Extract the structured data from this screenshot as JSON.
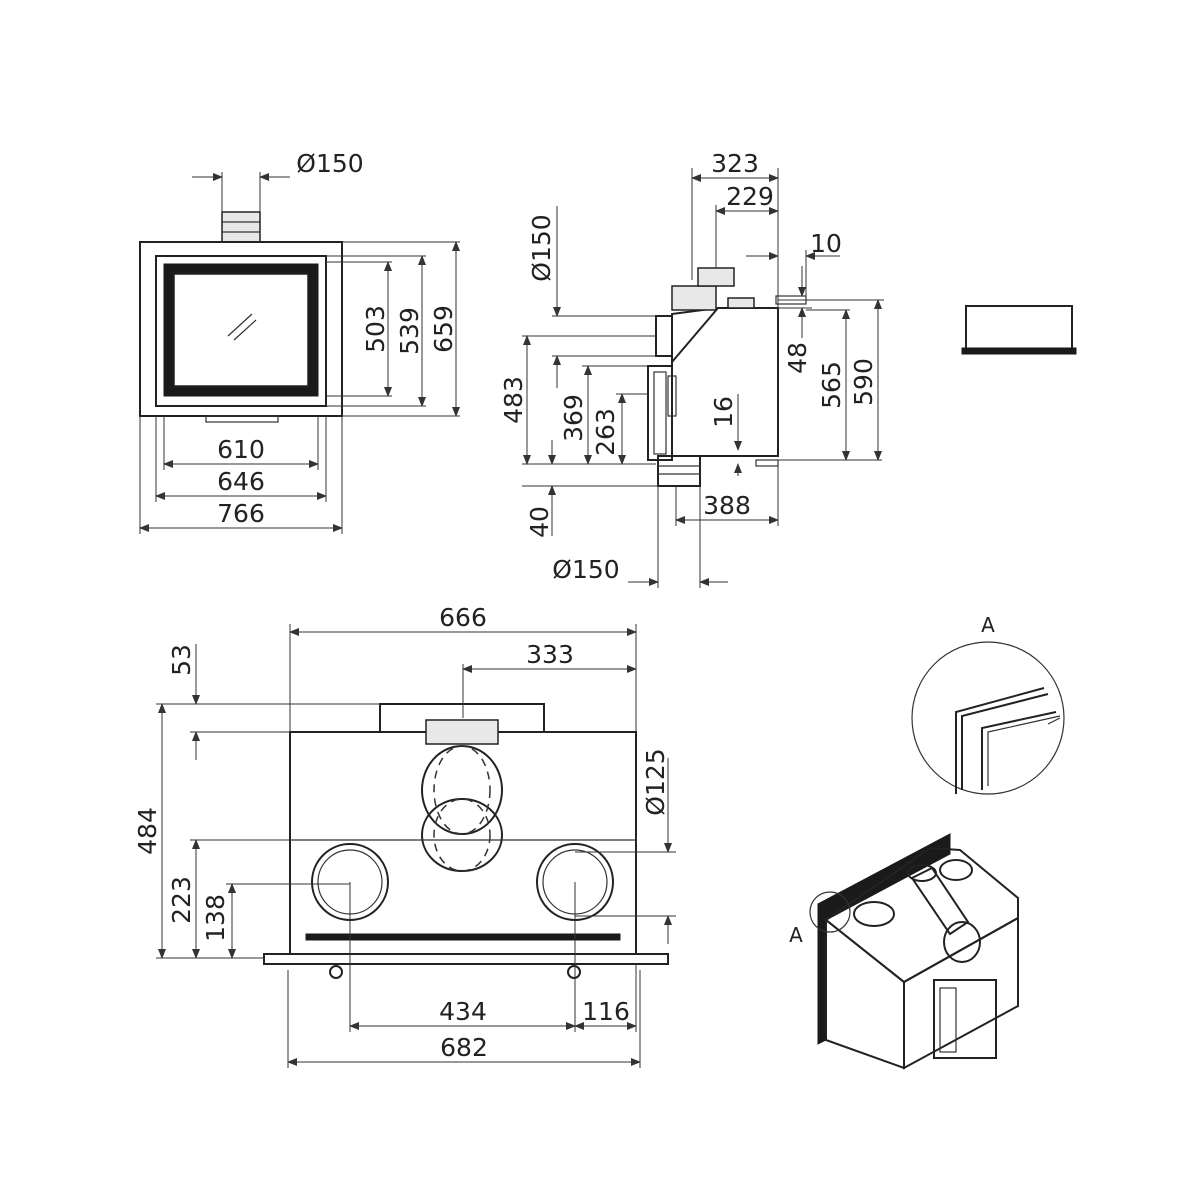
{
  "front_view": {
    "flue_diameter": "Ø150",
    "dim_610": "610",
    "dim_646": "646",
    "dim_766": "766",
    "dim_503": "503",
    "dim_539": "539",
    "dim_659": "659"
  },
  "side_view": {
    "dim_323": "323",
    "dim_229": "229",
    "dim_10": "10",
    "flue_top_diameter": "Ø150",
    "dim_48": "48",
    "dim_565": "565",
    "dim_590": "590",
    "dim_483": "483",
    "dim_369": "369",
    "dim_263": "263",
    "dim_16": "16",
    "dim_40": "40",
    "dim_388": "388",
    "flue_bottom_diameter": "Ø150"
  },
  "top_view": {
    "dim_666": "666",
    "dim_333": "333",
    "dim_53": "53",
    "dim_484": "484",
    "dim_223": "223",
    "dim_138": "138",
    "duct_diameter": "Ø125",
    "dim_434": "434",
    "dim_116": "116",
    "dim_682": "682"
  },
  "detail": {
    "detail_label": "A",
    "callout_label": "A"
  }
}
